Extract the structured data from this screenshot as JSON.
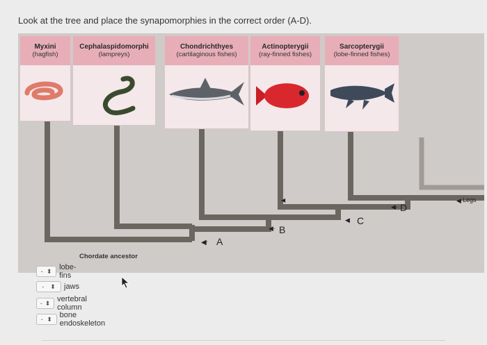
{
  "question": "Look at the tree and place the synapomorphies in the correct order (A-D).",
  "taxa": [
    {
      "name": "Myxini",
      "common": "(hagfish)"
    },
    {
      "name": "Cephalaspidomorphi",
      "common": "(lampreys)"
    },
    {
      "name": "Chondrichthyes",
      "common": "(cartilaginous fishes)"
    },
    {
      "name": "Actinopterygii",
      "common": "(ray-finned fishes)"
    },
    {
      "name": "Sarcopterygii",
      "common": "(lobe-finned fishes)"
    }
  ],
  "tree_labels": {
    "a": "A",
    "b": "B",
    "c": "C",
    "d": "D",
    "legs": "Legs",
    "ancestor": "Chordate ancestor"
  },
  "answers": [
    {
      "symbol": "-",
      "text": "lobe-fins"
    },
    {
      "symbol": "-",
      "text": "jaws"
    },
    {
      "symbol": "-",
      "text": "vertebral column"
    },
    {
      "symbol": "-",
      "text": "bone endoskeleton"
    }
  ],
  "colors": {
    "card_head": "#e7aeb8",
    "card_body": "#f4e8ea",
    "branch": "#6b6660",
    "branch_light": "#a09b96"
  }
}
